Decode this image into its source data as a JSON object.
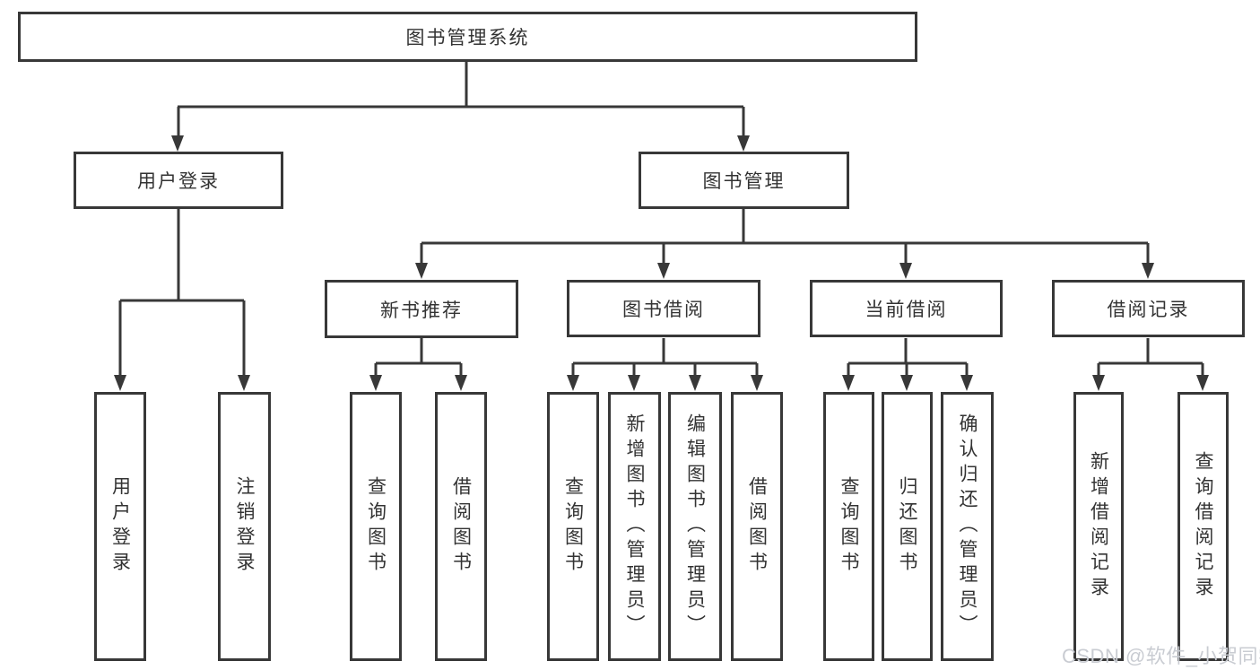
{
  "root": {
    "label": "图书管理系统"
  },
  "branches": [
    {
      "label": "用户登录",
      "leaves": [
        {
          "label": "用户登录"
        },
        {
          "label": "注销登录"
        }
      ]
    },
    {
      "label": "图书管理",
      "children": [
        {
          "label": "新书推荐",
          "leaves": [
            {
              "label": "查询图书"
            },
            {
              "label": "借阅图书"
            }
          ]
        },
        {
          "label": "图书借阅",
          "leaves": [
            {
              "label": "查询图书"
            },
            {
              "label": "新增图书（管理员）"
            },
            {
              "label": "编辑图书（管理员）"
            },
            {
              "label": "借阅图书"
            }
          ]
        },
        {
          "label": "当前借阅",
          "leaves": [
            {
              "label": "查询图书"
            },
            {
              "label": "归还图书"
            },
            {
              "label": "确认归还（管理员）"
            }
          ]
        },
        {
          "label": "借阅记录",
          "leaves": [
            {
              "label": "新增借阅记录"
            },
            {
              "label": "查询借阅记录"
            }
          ]
        }
      ]
    }
  ],
  "watermark": {
    "text": "CSDN @软件_小贺同学"
  },
  "colors": {
    "line": "#383838",
    "text": "#333333",
    "box_background": "#ffffff",
    "page_background": "#ffffff",
    "watermark": "#c9ccd2"
  }
}
